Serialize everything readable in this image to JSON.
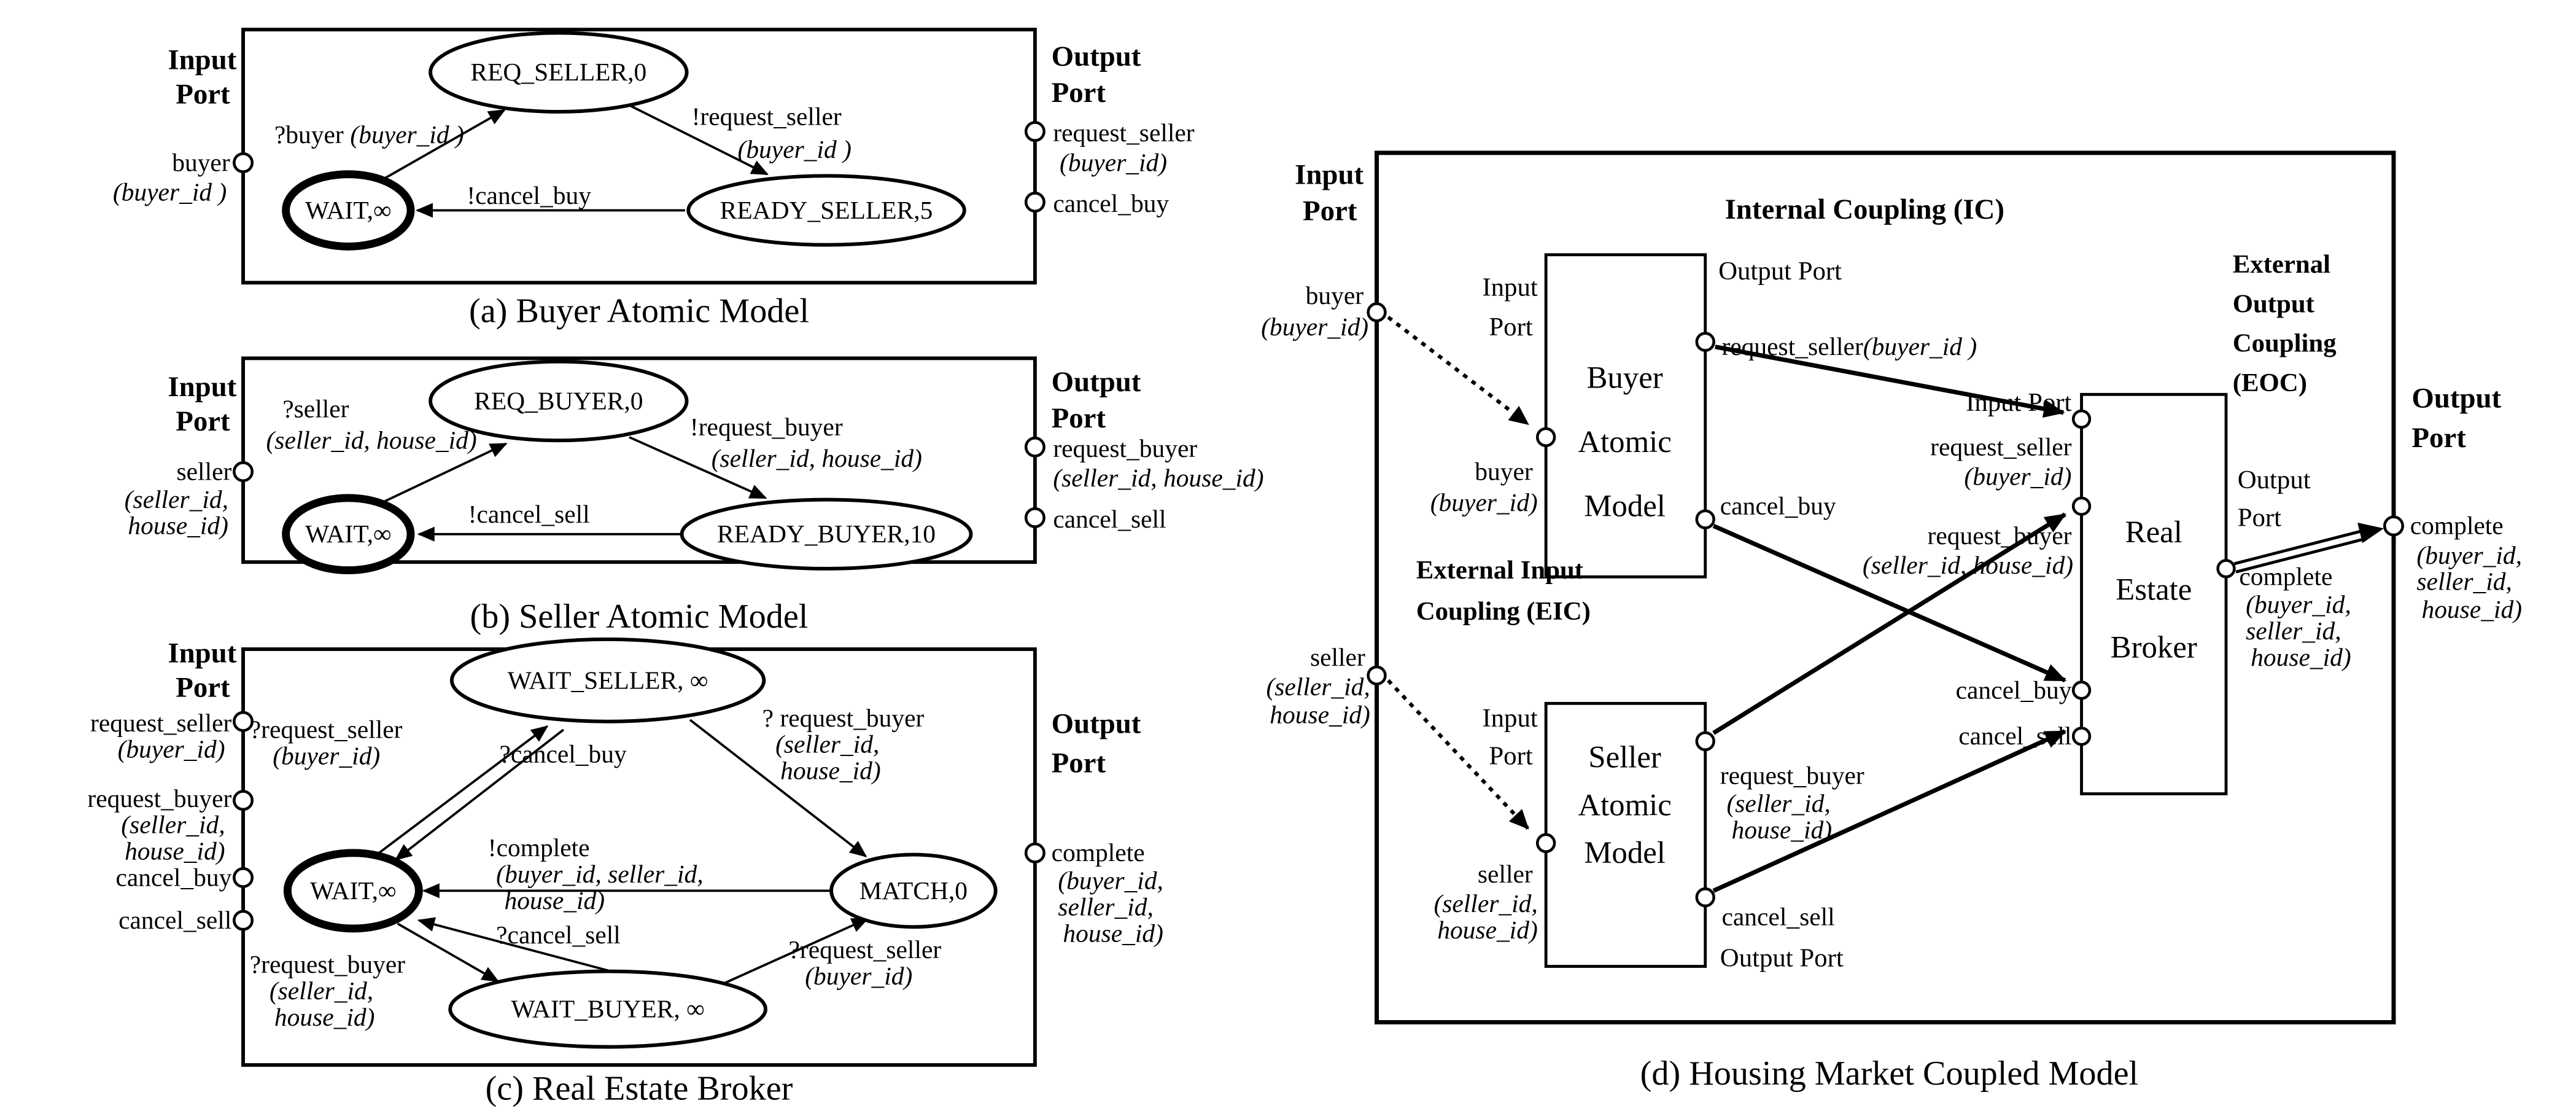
{
  "panels": {
    "a": {
      "caption": "(a) Buyer Atomic Model",
      "input_header": [
        "Input",
        "Port"
      ],
      "output_header": [
        "Output",
        "Port"
      ],
      "states": {
        "top": "REQ_SELLER,0",
        "wait": "WAIT,∞",
        "ready": "READY_SELLER,5"
      },
      "transitions": {
        "to_top": {
          "event": "?buyer",
          "params": "(buyer_id )"
        },
        "to_ready": {
          "event": "!request_seller",
          "params": "(buyer_id )"
        },
        "to_wait": {
          "event": "!cancel_buy"
        }
      },
      "in_ports": [
        {
          "name": "buyer",
          "params": [
            "(buyer_id )"
          ]
        }
      ],
      "out_ports": [
        {
          "name": "request_seller",
          "params": [
            "(buyer_id)"
          ]
        },
        {
          "name": "cancel_buy",
          "params": []
        }
      ]
    },
    "b": {
      "caption": "(b) Seller Atomic Model",
      "input_header": [
        "Input",
        "Port"
      ],
      "output_header": [
        "Output",
        "Port"
      ],
      "states": {
        "top": "REQ_BUYER,0",
        "wait": "WAIT,∞",
        "ready": "READY_BUYER,10"
      },
      "transitions": {
        "to_top": {
          "event": "?seller",
          "params": "(seller_id, house_id)"
        },
        "to_ready": {
          "event": "!request_buyer",
          "params": "(seller_id, house_id)"
        },
        "to_wait": {
          "event": "!cancel_sell"
        }
      },
      "in_ports": [
        {
          "name": "seller",
          "params": [
            "(seller_id,",
            "house_id)"
          ]
        }
      ],
      "out_ports": [
        {
          "name": "request_buyer",
          "params": [
            "(seller_id, house_id)"
          ]
        },
        {
          "name": "cancel_sell",
          "params": []
        }
      ]
    },
    "c": {
      "caption": "(c) Real Estate Broker",
      "input_header": [
        "Input",
        "Port"
      ],
      "output_header": [
        "Output",
        "Port"
      ],
      "states": {
        "wait_seller": "WAIT_SELLER, ∞",
        "wait": "WAIT,∞",
        "match": "MATCH,0",
        "wait_buyer": "WAIT_BUYER, ∞"
      },
      "transitions": {
        "request_seller_up": {
          "event": "?request_seller",
          "params": "(buyer_id)"
        },
        "cancel_buy": {
          "event": "?cancel_buy"
        },
        "request_buyer_right": {
          "event": "? request_buyer",
          "params": [
            "(seller_id,",
            "house_id)"
          ]
        },
        "complete": {
          "event": "!complete",
          "params": [
            "(buyer_id, seller_id,",
            "house_id)"
          ]
        },
        "cancel_sell": {
          "event": "?cancel_sell"
        },
        "request_buyer_down": {
          "event": "?request_buyer",
          "params": [
            "(seller_id,",
            "house_id)"
          ]
        },
        "request_seller_right": {
          "event": "?request_seller",
          "params": "(buyer_id)"
        }
      },
      "in_ports": [
        {
          "name": "request_seller",
          "params": [
            "(buyer_id)"
          ]
        },
        {
          "name": "request_buyer",
          "params": [
            "(seller_id,",
            "house_id)"
          ]
        },
        {
          "name": "cancel_buy",
          "params": []
        },
        {
          "name": "cancel_sell",
          "params": []
        }
      ],
      "out_ports": [
        {
          "name": "complete",
          "params": [
            "(buyer_id,",
            "seller_id,",
            "house_id)"
          ]
        }
      ]
    },
    "d": {
      "caption": "(d) Housing Market Coupled Model",
      "outer": {
        "input_header": [
          "Input",
          "Port"
        ],
        "output_header": [
          "Output",
          "Port"
        ],
        "in_ports": [
          {
            "name": "buyer",
            "params": [
              "(buyer_id)"
            ]
          },
          {
            "name": "seller",
            "params": [
              "(seller_id,",
              "house_id)"
            ]
          }
        ],
        "out_ports": [
          {
            "name": "complete",
            "params": [
              "(buyer_id,",
              "seller_id,",
              "house_id)"
            ]
          }
        ]
      },
      "couplings": {
        "ic": "Internal Coupling (IC)",
        "eic": [
          "External Input",
          "Coupling (EIC)"
        ],
        "eoc": [
          "External",
          "Output",
          "Coupling",
          "(EOC)"
        ]
      },
      "buyer_model": {
        "title": [
          "Buyer",
          "Atomic",
          "Model"
        ],
        "input_header": [
          "Input",
          "Port"
        ],
        "output_header": "Output Port",
        "in_ports": [
          {
            "name": "buyer",
            "params": [
              "(buyer_id)"
            ]
          }
        ],
        "out_ports": [
          {
            "name": "request_seller",
            "params": "(buyer_id )"
          },
          {
            "name": "cancel_buy",
            "params": ""
          }
        ]
      },
      "seller_model": {
        "title": [
          "Seller",
          "Atomic",
          "Model"
        ],
        "input_header": [
          "Input",
          "Port"
        ],
        "output_header": "Output Port",
        "in_ports": [
          {
            "name": "seller",
            "params": [
              "(seller_id,",
              "house_id)"
            ]
          }
        ],
        "out_ports": [
          {
            "name": "request_buyer",
            "params": [
              "(seller_id,",
              "house_id)"
            ]
          },
          {
            "name": "cancel_sell",
            "params": []
          }
        ]
      },
      "broker": {
        "title": [
          "Real",
          "Estate",
          "Broker"
        ],
        "input_header": "Input Port",
        "output_header": [
          "Output",
          "Port"
        ],
        "in_ports": [
          {
            "name": "request_seller",
            "params": [
              "(buyer_id)"
            ]
          },
          {
            "name": "request_buyer",
            "params": [
              "(seller_id, house_id)"
            ]
          },
          {
            "name": "cancel_buy",
            "params": []
          },
          {
            "name": "cancel_sell",
            "params": []
          }
        ],
        "out_ports": [
          {
            "name": "complete",
            "params": [
              "(buyer_id,",
              "seller_id,",
              "house_id)"
            ]
          }
        ]
      }
    }
  }
}
